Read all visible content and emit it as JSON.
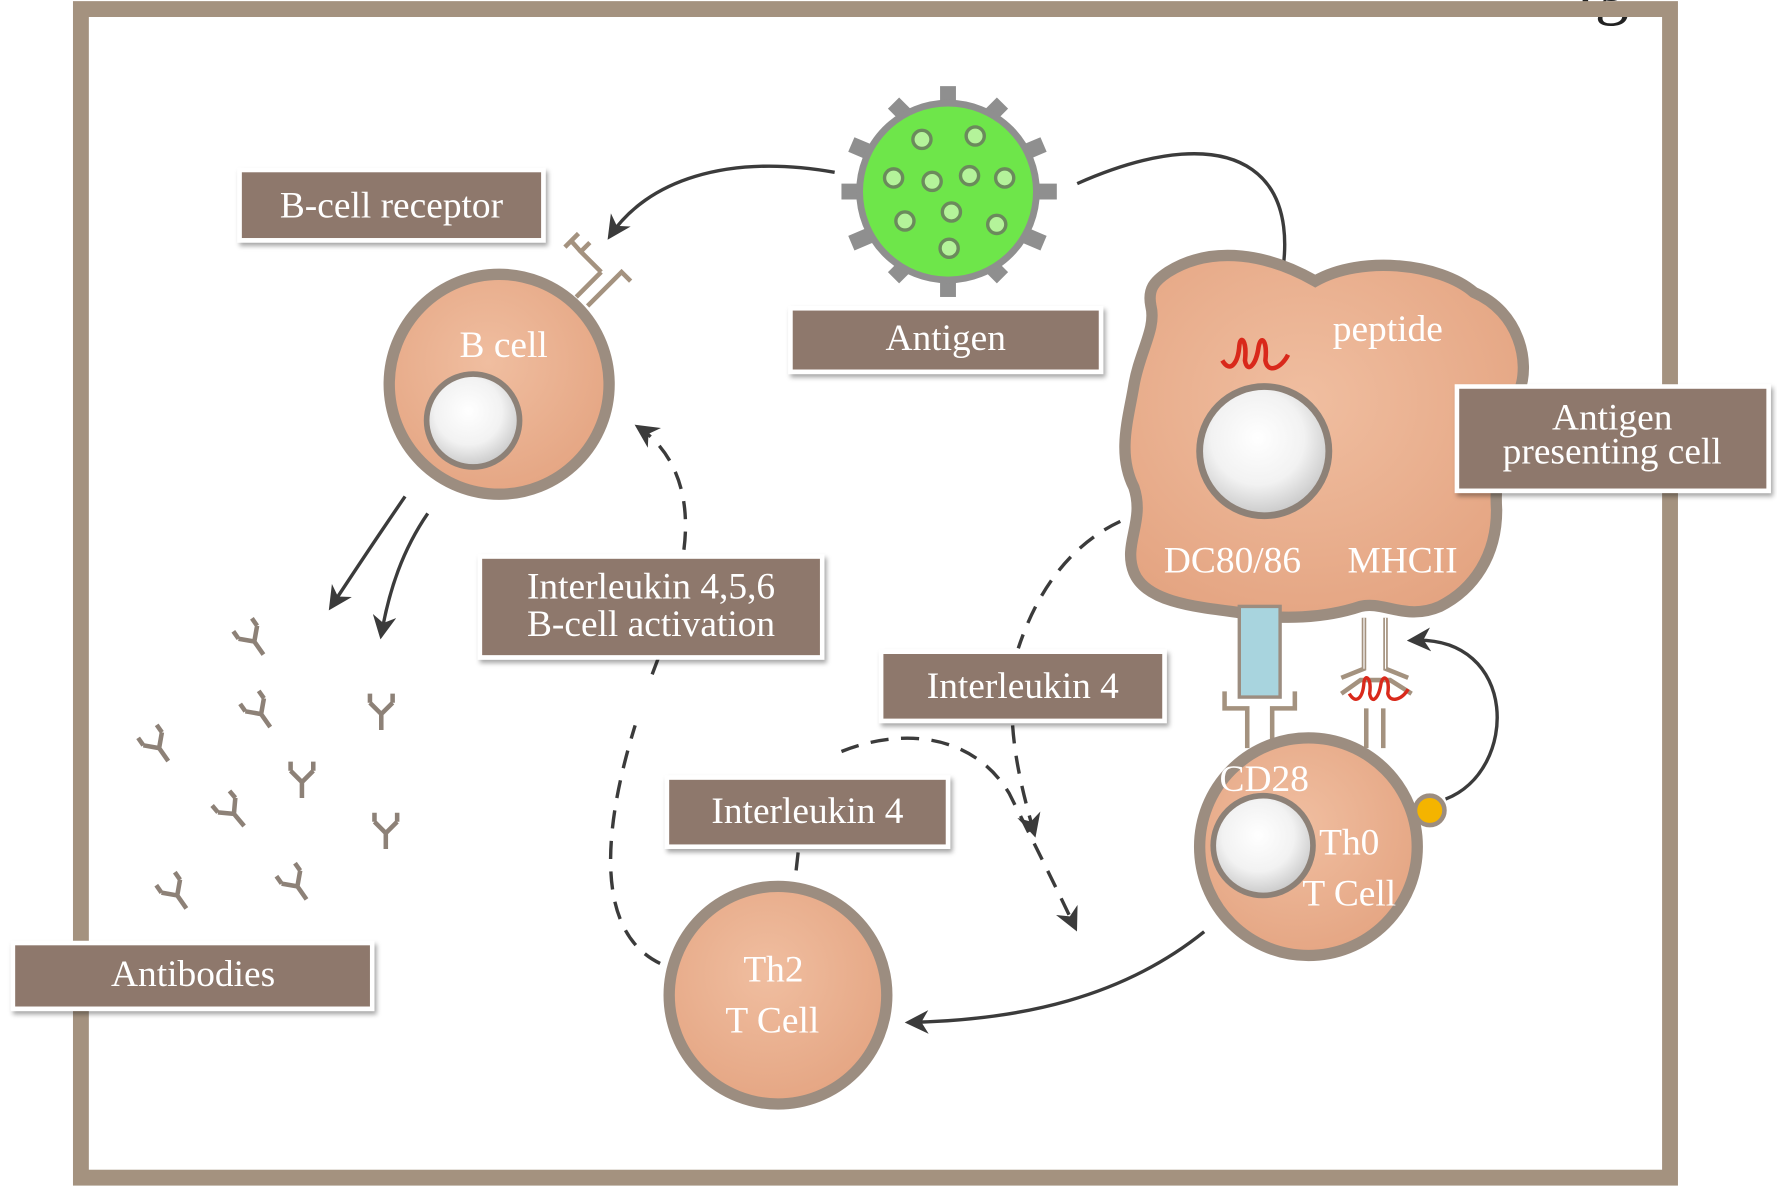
{
  "title_fragment": "ig",
  "labels": {
    "b_cell_receptor": "B-cell receptor",
    "antigen": "Antigen",
    "antigen_presenting_cell_line1": "Antigen",
    "antigen_presenting_cell_line2": "presenting cell",
    "interleukin_456_line1": "Interleukin 4,5,6",
    "interleukin_456_line2": "B-cell activation",
    "interleukin_4_upper": "Interleukin 4",
    "interleukin_4_lower": "Interleukin 4",
    "antibodies": "Antibodies"
  },
  "cells": {
    "b_cell": "B cell",
    "peptide": "peptide",
    "dc80_86": "DC80/86",
    "mhcii": "MHCII",
    "cd28": "CD28",
    "th0_line1": "Th0",
    "th0_line2": "T Cell",
    "th2_line1": "Th2",
    "th2_line2": "T Cell"
  },
  "colors": {
    "frame": "#a4927f",
    "label_fill": "#8e786c",
    "cell_fill": "#e8ad8c",
    "cell_stroke": "#9c8d80",
    "antigen_green": "#6ee64a",
    "antigen_dot": "#b4f39a",
    "receptor_blue": "#a8d4de",
    "peptide_red": "#d9291b",
    "signal_yellow": "#f4b400",
    "arrow": "#3b3b3b"
  }
}
